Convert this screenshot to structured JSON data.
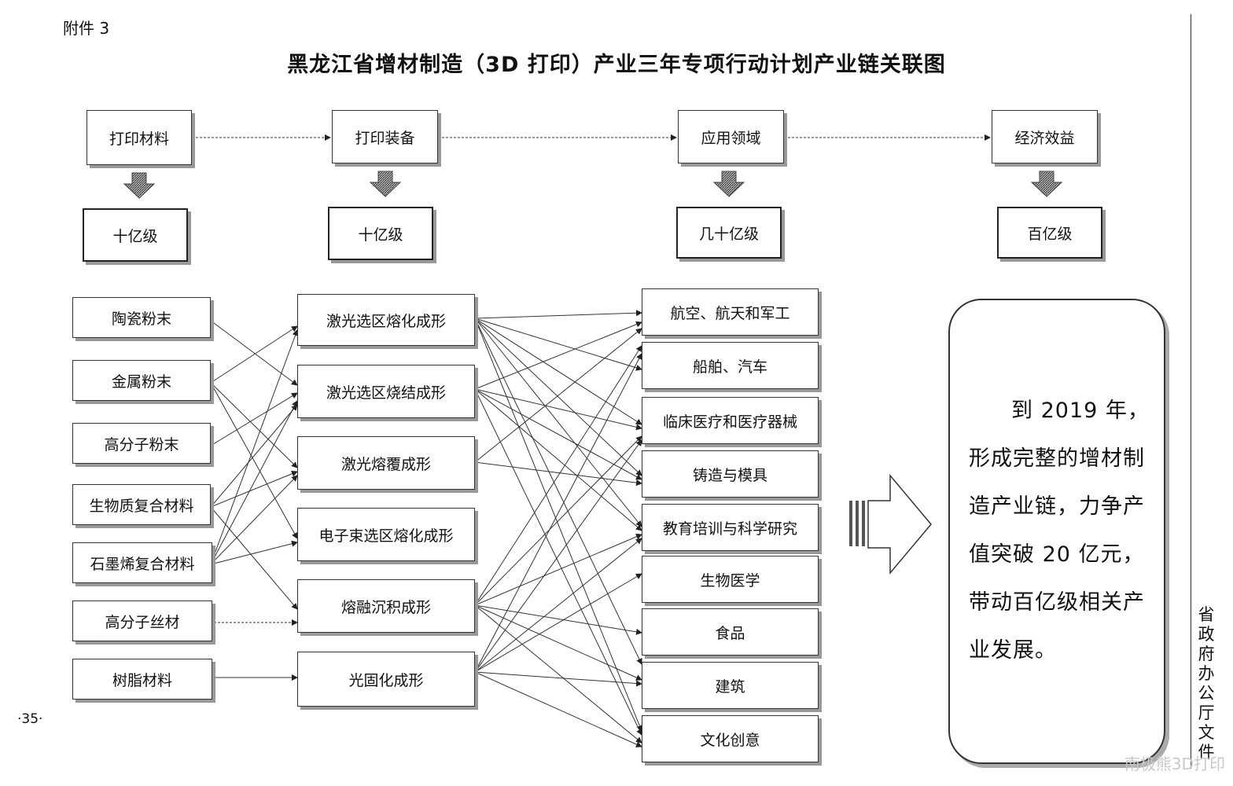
{
  "attachment_label": "附件 3",
  "title": "黑龙江省增材制造（3D 打印）产业三年专项行动计划产业链关联图",
  "stages": [
    {
      "label": "打印材料",
      "scale": "十亿级"
    },
    {
      "label": "打印装备",
      "scale": "十亿级"
    },
    {
      "label": "应用领域",
      "scale": "几十亿级"
    },
    {
      "label": "经济效益",
      "scale": "百亿级"
    }
  ],
  "materials": [
    "陶瓷粉末",
    "金属粉末",
    "高分子粉末",
    "生物质复合材料",
    "石墨烯复合材料",
    "高分子丝材",
    "树脂材料"
  ],
  "processes": [
    "激光选区熔化成形",
    "激光选区烧结成形",
    "激光熔覆成形",
    "电子束选区熔化成形",
    "熔融沉积成形",
    "光固化成形"
  ],
  "applications": [
    "航空、航天和军工",
    "船舶、汽车",
    "临床医疗和医疗器械",
    "铸造与模具",
    "教育培训与科学研究",
    "生物医学",
    "食品",
    "建筑",
    "文化创意"
  ],
  "summary_text": "到 2019 年，形成完整的增材制造产业链，力争产值突破 20 亿元，带动百亿级相关产业发展。",
  "side_label": "省政府办公厅文件",
  "page_number": "·35·",
  "watermark": "南极熊3D打印"
}
